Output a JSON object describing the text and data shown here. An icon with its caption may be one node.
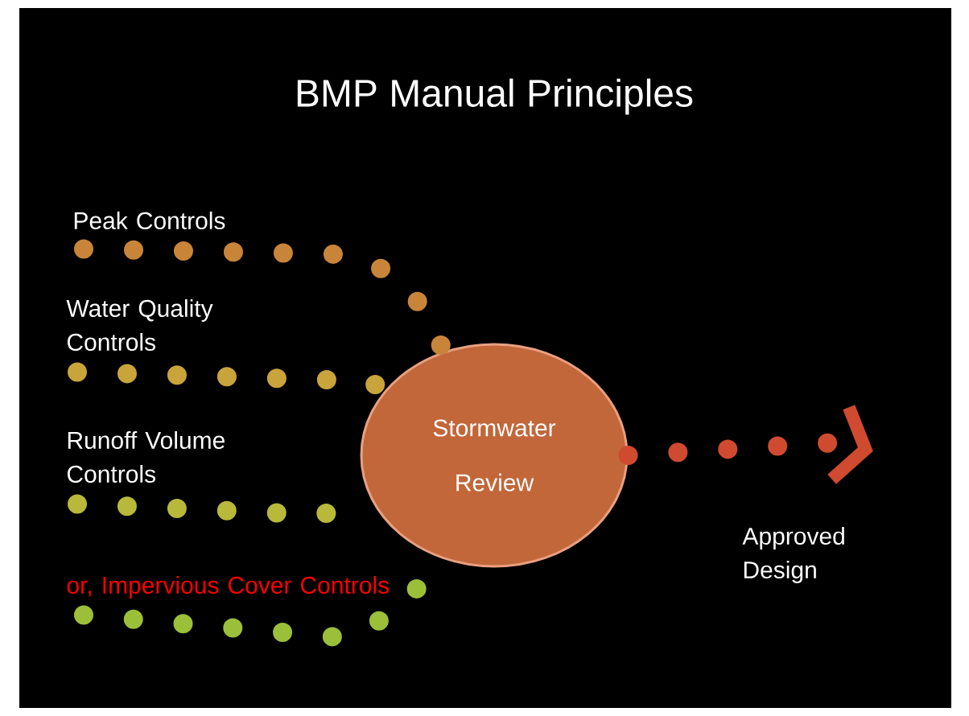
{
  "diagram": {
    "title": "BMP Manual Principles",
    "nodes": [
      {
        "text": [
          "Peak Controls"
        ]
      },
      {
        "text": [
          "Water Quality Controls"
        ]
      },
      {
        "text": [
          "Runoff Volume Controls"
        ]
      },
      {
        "text": [
          "or, Impervious Cover Controls"
        ]
      },
      {
        "text": [
          "Stormwater Review"
        ]
      },
      {
        "text": [
          "Approved Design"
        ]
      }
    ],
    "edges": [
      {
        "from": 0,
        "to": 4,
        "arrow": "none",
        "color": "#c8853a"
      },
      {
        "from": 1,
        "to": 4,
        "arrow": "none",
        "color": "#c9a43a"
      },
      {
        "from": 2,
        "to": 4,
        "arrow": "none",
        "color": "#b8b83a"
      },
      {
        "from": 3,
        "to": 4,
        "arrow": "none",
        "color": "#9cbf3a"
      },
      {
        "from": 4,
        "to": 5,
        "arrow": "to",
        "color": "#d04a30"
      }
    ]
  }
}
